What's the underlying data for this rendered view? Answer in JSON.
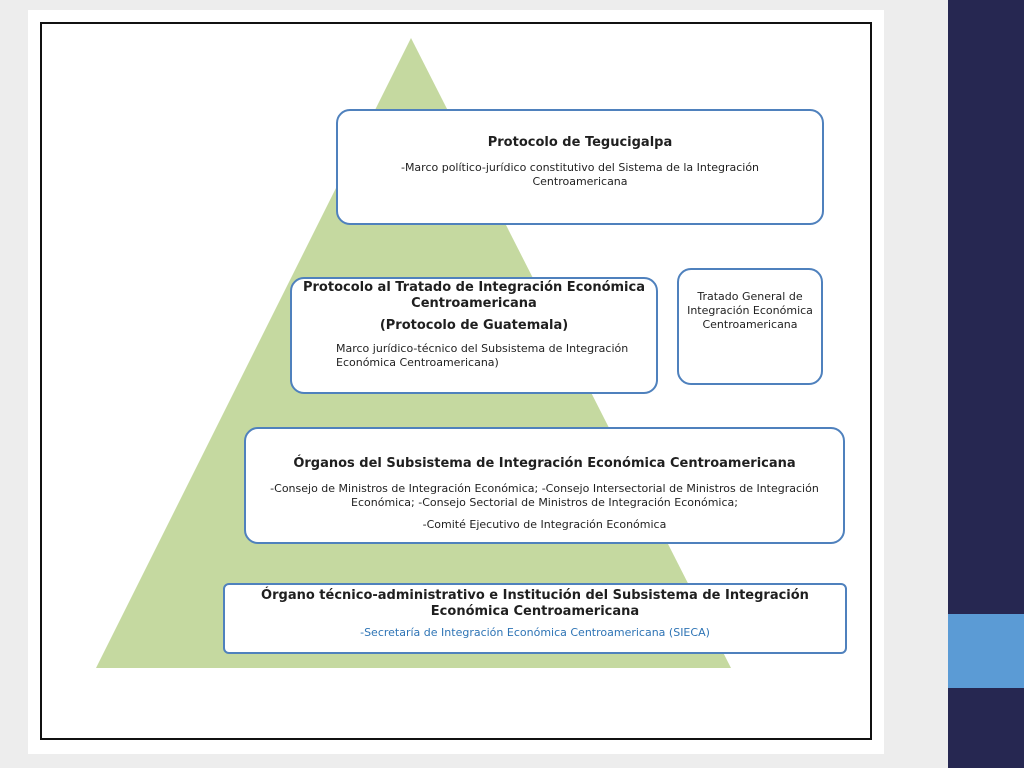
{
  "colors": {
    "pyramid_fill": "#c5d9a0",
    "box_border": "#4f81bd",
    "sidebar": "#262751",
    "sidebar_accent": "#5b9bd5",
    "link_text": "#2e74b5"
  },
  "diagram": {
    "level1": {
      "title": "Protocolo de Tegucigalpa",
      "body": "-Marco político-jurídico constitutivo del Sistema de la Integración Centroamericana"
    },
    "level2": {
      "title": "Protocolo al Tratado de Integración Económica Centroamericana",
      "subtitle": "(Protocolo de   Guatemala)",
      "body": "Marco jurídico-técnico del Subsistema de Integración Económica Centroamericana)"
    },
    "level2_side": {
      "body": "Tratado General de Integración Económica Centroamericana"
    },
    "level3": {
      "title": "Órganos del Subsistema de Integración Económica  Centroamericana",
      "body": "-Consejo de Ministros de Integración Económica; -Consejo Intersectorial de Ministros de Integración Económica; -Consejo Sectorial de Ministros de Integración Económica;",
      "body2": "-Comité Ejecutivo de Integración Económica"
    },
    "level4": {
      "title": "Órgano técnico-administrativo  e Institución del Subsistema de Integración Económica Centroamericana",
      "body": "-Secretaría de Integración Económica Centroamericana (SIECA)"
    }
  }
}
